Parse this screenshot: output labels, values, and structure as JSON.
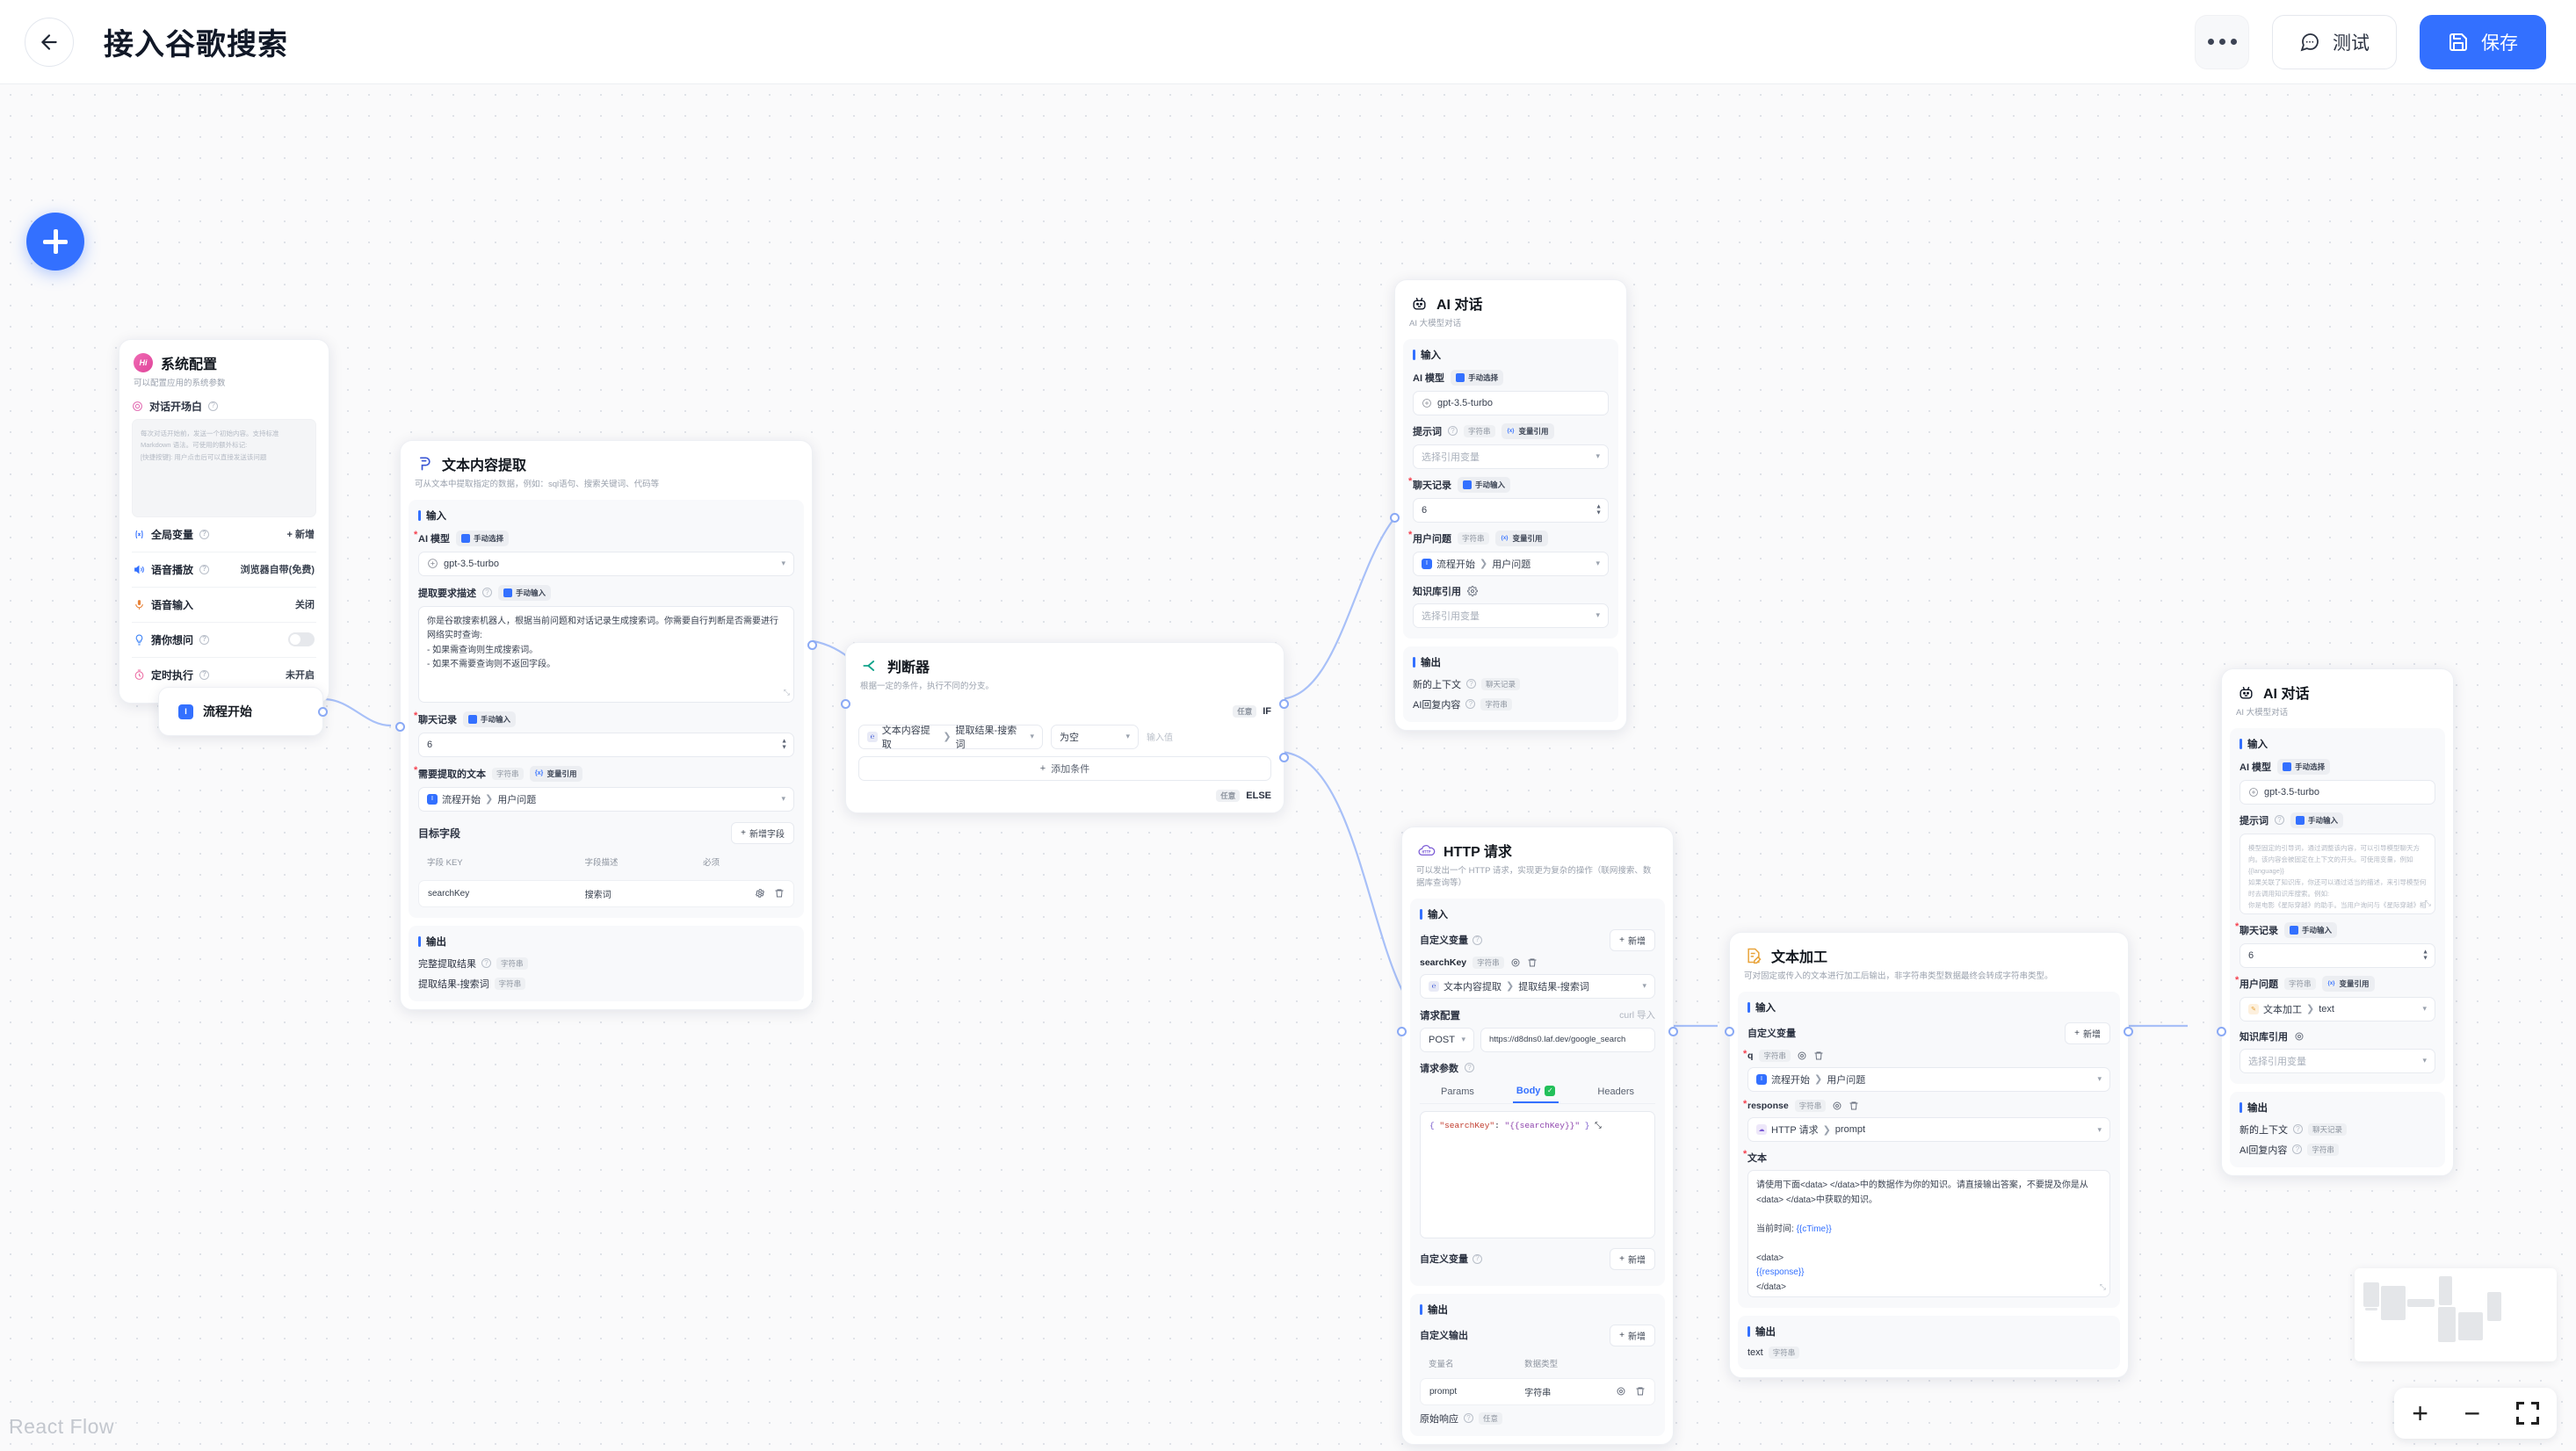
{
  "header": {
    "title": "接入谷歌搜索",
    "back_icon": "arrow-left-icon",
    "more_icon": "more-dots-icon",
    "test_label": "测试",
    "test_icon": "chat-bubble-icon",
    "save_label": "保存",
    "save_icon": "floppy-disk-icon",
    "accent": "#3370ff"
  },
  "canvas": {
    "watermark": "React Flow",
    "add_button_icon": "plus-icon",
    "controls": {
      "zoom_in": "+",
      "zoom_out": "−",
      "fit_view": "fit-view-icon"
    }
  },
  "nodes": {
    "system_config": {
      "title": "系统配置",
      "badge": "Hi",
      "desc": "可以配置应用的系统参数",
      "opening": {
        "label": "对话开场白",
        "help": "?",
        "placeholder": "每次对话开始前，发送一个初始内容。支持标准 Markdown 语法。可使用的额外标记:\n[快捷按键]: 用户点击后可以直接发送该问题"
      },
      "rows": [
        {
          "icon": "variable-icon",
          "label": "全局变量",
          "help": "?",
          "action": "新增"
        },
        {
          "icon": "speaker-icon",
          "label": "语音播放",
          "help": "?",
          "value": "浏览器自带(免费)"
        },
        {
          "icon": "microphone-icon",
          "label": "语音输入",
          "value": "关闭"
        },
        {
          "icon": "lightbulb-icon",
          "label": "猜你想问",
          "help": "?",
          "toggle": false
        },
        {
          "icon": "clock-icon",
          "label": "定时执行",
          "help": "?",
          "value": "未开启"
        }
      ]
    },
    "start": {
      "label": "流程开始",
      "icon": "start-icon"
    },
    "text_extract": {
      "title": "文本内容提取",
      "desc": "可从文本中提取指定的数据，例如：sql语句、搜索关键词、代码等",
      "input_section": "输入",
      "model_label": "AI 模型",
      "model_mode": "手动选择",
      "model_value": "gpt-3.5-turbo",
      "prompt_label": "提取要求描述",
      "prompt_mode": "手动输入",
      "prompt_value": "你是谷歌搜索机器人，根据当前问题和对话记录生成搜索词。你需要自行判断是否需要进行网络实时查询:\n- 如果需查询则生成搜索词。\n- 如果不需要查询则不返回字段。",
      "history_label": "聊天记录",
      "history_mode": "手动输入",
      "history_value": "6",
      "source_label": "需要提取的文本",
      "source_type": "字符串",
      "source_mode": "变量引用",
      "source_value_node": "流程开始",
      "source_value_field": "用户问题",
      "fields_label": "目标字段",
      "add_field_label": "新增字段",
      "columns": [
        "字段 KEY",
        "字段描述",
        "必须"
      ],
      "rows": [
        {
          "key": "searchKey",
          "desc": "搜索词"
        }
      ],
      "output_section": "输出",
      "outputs": [
        {
          "label": "完整提取结果",
          "help": "?",
          "type": "字符串"
        },
        {
          "label": "提取结果-搜索词",
          "type": "字符串"
        }
      ]
    },
    "condition": {
      "title": "判断器",
      "desc": "根据一定的条件，执行不同的分支。",
      "if_mode": "任意",
      "if_label": "IF",
      "else_mode": "任意",
      "else_label": "ELSE",
      "cond_var_node": "文本内容提取",
      "cond_var_field": "提取结果-搜索词",
      "operator": "为空",
      "value_placeholder": "输入值",
      "add_condition": "添加条件"
    },
    "ai_chat_1": {
      "title": "AI 对话",
      "desc": "AI 大模型对话",
      "input_section": "输入",
      "model_label": "AI 模型",
      "model_mode": "手动选择",
      "model_value": "gpt-3.5-turbo",
      "prompt_label": "提示词",
      "prompt_type": "字符串",
      "prompt_mode": "变量引用",
      "prompt_placeholder": "选择引用变量",
      "history_label": "聊天记录",
      "history_mode": "手动输入",
      "history_value": "6",
      "question_label": "用户问题",
      "question_type": "字符串",
      "question_mode": "变量引用",
      "question_node": "流程开始",
      "question_field": "用户问题",
      "kb_label": "知识库引用",
      "kb_placeholder": "选择引用变量",
      "output_section": "输出",
      "outputs": [
        {
          "label": "新的上下文",
          "help": "?",
          "type": "聊天记录"
        },
        {
          "label": "AI回复内容",
          "help": "?",
          "type": "字符串"
        }
      ]
    },
    "http": {
      "title": "HTTP 请求",
      "desc": "可以发出一个 HTTP 请求，实现更为复杂的操作（联网搜索、数据库查询等）",
      "input_section": "输入",
      "custom_var_label": "自定义变量",
      "add_label": "新增",
      "var_name": "searchKey",
      "var_type": "字符串",
      "var_value_node": "文本内容提取",
      "var_value_field": "提取结果-搜索词",
      "req_config_label": "请求配置",
      "curl_label": "curl 导入",
      "method": "POST",
      "url": "https://d8dns0.laf.dev/google_search",
      "req_params_label": "请求参数",
      "tabs": [
        "Params",
        "Body",
        "Headers"
      ],
      "active_tab": "Body",
      "body_code": "{\n  \"searchKey\": \"{{searchKey}}\"\n}",
      "custom_var_label2": "自定义变量",
      "add_label2": "新增",
      "output_section": "输出",
      "custom_output_label": "自定义输出",
      "add_label3": "新增",
      "out_columns": [
        "变量名",
        "数据类型"
      ],
      "out_rows": [
        {
          "name": "prompt",
          "type": "字符串"
        }
      ],
      "raw_response_label": "原始响应",
      "raw_response_type": "任意"
    },
    "text_proc": {
      "title": "文本加工",
      "desc": "可对固定或传入的文本进行加工后输出，非字符串类型数据最终会转成字符串类型。",
      "input_section": "输入",
      "custom_var_label": "自定义变量",
      "add_label": "新增",
      "var_q_name": "q",
      "var_q_type": "字符串",
      "var_q_node": "流程开始",
      "var_q_field": "用户问题",
      "var_r_name": "response",
      "var_r_type": "字符串",
      "var_r_node": "HTTP 请求",
      "var_r_field": "prompt",
      "text_label": "文本",
      "text_line1": "请使用下面<data> </data>中的数据作为你的知识。请直接输出答案，不要提及你是从<data> </data>中获取的知识。",
      "text_line2": "当前时间: ",
      "text_ctime": "{{cTime}}",
      "text_line3": "<data>",
      "text_resp": "{{response}}",
      "text_line4": "</data>",
      "output_section": "输出",
      "out_name": "text",
      "out_type": "字符串"
    },
    "ai_chat_2": {
      "title": "AI 对话",
      "desc": "AI 大模型对话",
      "input_section": "输入",
      "model_label": "AI 模型",
      "model_mode": "手动选择",
      "model_value": "gpt-3.5-turbo",
      "prompt_label": "提示词",
      "prompt_mode": "手动输入",
      "prompt_placeholder": "模型固定的引导词，通过调整该内容，可以引导模型聊天方向。该内容会被固定在上下文的开头。可使用变量，例如 {{language}}\n如果关联了知识库，你还可以通过适当的描述，来引导模型何时去调用知识库搜索。例如:\n你是电影《星际穿越》的助手。当用户询问与《星际穿越》相关的内容时，请搜索知识库并结合搜索结果进行回答。",
      "history_label": "聊天记录",
      "history_mode": "手动输入",
      "history_value": "6",
      "question_label": "用户问题",
      "question_type": "字符串",
      "question_mode": "变量引用",
      "question_node": "文本加工",
      "question_field": "text",
      "kb_label": "知识库引用",
      "kb_placeholder": "选择引用变量",
      "output_section": "输出",
      "outputs": [
        {
          "label": "新的上下文",
          "help": "?",
          "type": "聊天记录"
        },
        {
          "label": "AI回复内容",
          "help": "?",
          "type": "字符串"
        }
      ]
    }
  }
}
